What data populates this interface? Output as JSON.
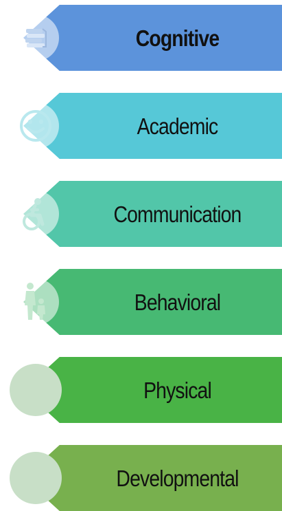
{
  "diagram": {
    "items": [
      {
        "label": "Cognitive",
        "color": "#5c93db",
        "icon": "books-icon"
      },
      {
        "label": "Academic",
        "color": "#56c8d7",
        "icon": "smiley-icon"
      },
      {
        "label": "Communication",
        "color": "#52c6a9",
        "icon": "wheelchair-icon"
      },
      {
        "label": "Behavioral",
        "color": "#47b973",
        "icon": "parent-child-icon"
      },
      {
        "label": "Physical",
        "color": "#49b346",
        "icon": "circle-icon"
      },
      {
        "label": "Developmental",
        "color": "#78b04e",
        "icon": "circle-icon"
      }
    ]
  }
}
